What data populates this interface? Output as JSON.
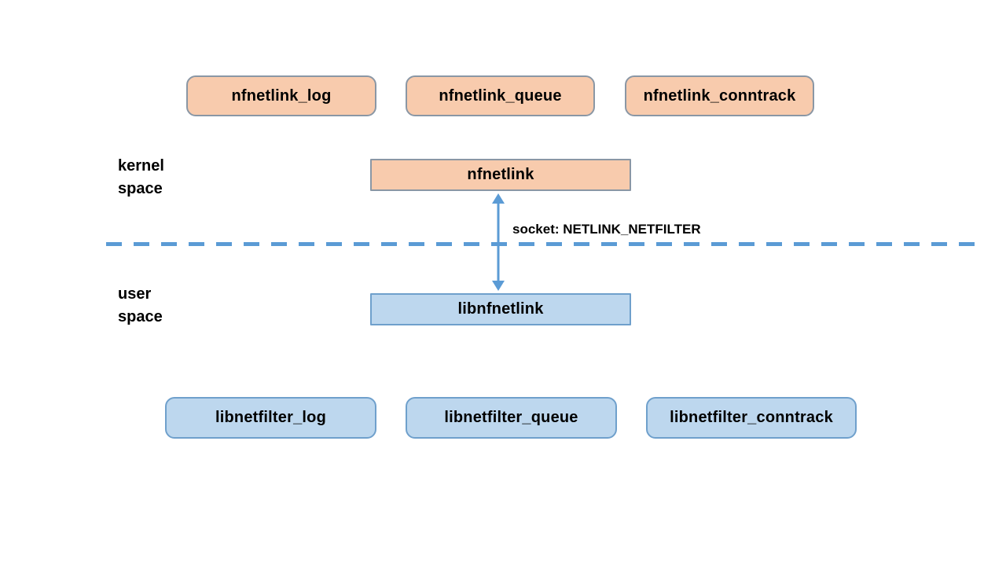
{
  "colors": {
    "kernel_fill": "#f8cbad",
    "kernel_border": "#8a97a5",
    "user_fill": "#bdd7ee",
    "user_border": "#6fa0cc",
    "accent_blue": "#5b9bd5",
    "text": "#000000",
    "canvas_bg": "#ffffff"
  },
  "kernel_space": {
    "label_lines": [
      "kernel",
      "space"
    ],
    "modules": [
      {
        "label": "nfnetlink_log"
      },
      {
        "label": "nfnetlink_queue"
      },
      {
        "label": "nfnetlink_conntrack"
      }
    ],
    "core": {
      "label": "nfnetlink"
    }
  },
  "boundary": {
    "socket_label": "socket: NETLINK_NETFILTER"
  },
  "user_space": {
    "label_lines": [
      "user",
      "space"
    ],
    "core": {
      "label": "libnfnetlink"
    },
    "libraries": [
      {
        "label": "libnetfilter_log"
      },
      {
        "label": "libnetfilter_queue"
      },
      {
        "label": "libnetfilter_conntrack"
      }
    ]
  }
}
